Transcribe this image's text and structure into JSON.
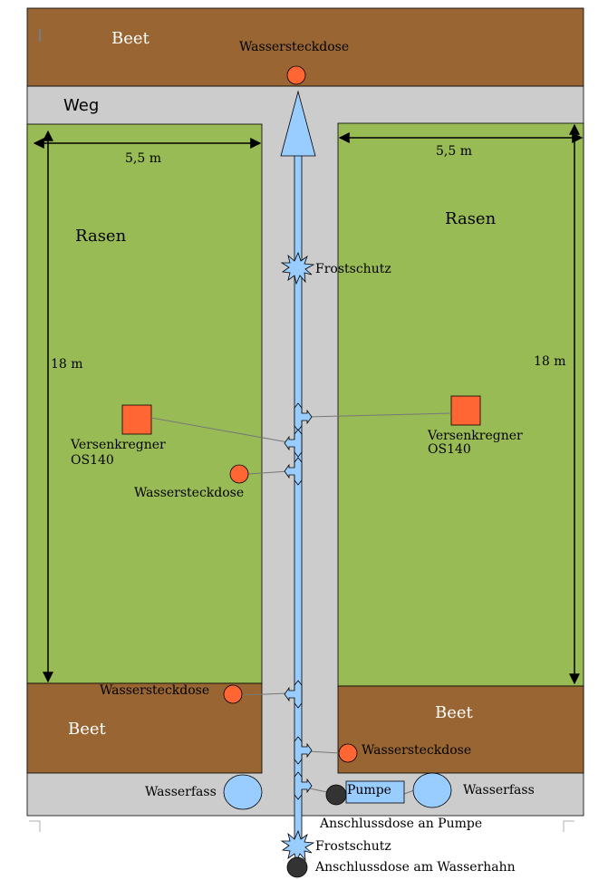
{
  "colors": {
    "bed": "#996633",
    "path": "#cccccc",
    "lawn": "#99bb55",
    "pipe": "#99ccff",
    "socket": "#ff6633",
    "sprinkler": "#ff6633",
    "connector": "#333333",
    "barrel": "#99ccff"
  },
  "beds": {
    "top": "Beet",
    "bottom_left": "Beet",
    "bottom_right": "Beet"
  },
  "path_label": "Weg",
  "lawn_left": {
    "label": "Rasen",
    "width_label": "5,5 m",
    "height_label": "18 m"
  },
  "lawn_right": {
    "label": "Rasen",
    "width_label": "5,5 m",
    "height_label": "18 m"
  },
  "sockets": {
    "top": "Wassersteckdose",
    "middle_left": "Wassersteckdose",
    "bottom_left": "Wassersteckdose",
    "bottom_right": "Wassersteckdose"
  },
  "sprinklers": {
    "left_line1": "Versenkregner",
    "left_line2": "OS140",
    "right_line1": "Versenkregner",
    "right_line2": "OS140"
  },
  "frost": {
    "upper": "Frostschutz",
    "lower": "Frostschutz"
  },
  "barrels": {
    "left": "Wasserfass",
    "right": "Wasserfass"
  },
  "pump": "Pumpe",
  "connectors": {
    "pump": "Anschlussdose an Pumpe",
    "tap": "Anschlussdose am Wasserhahn"
  }
}
